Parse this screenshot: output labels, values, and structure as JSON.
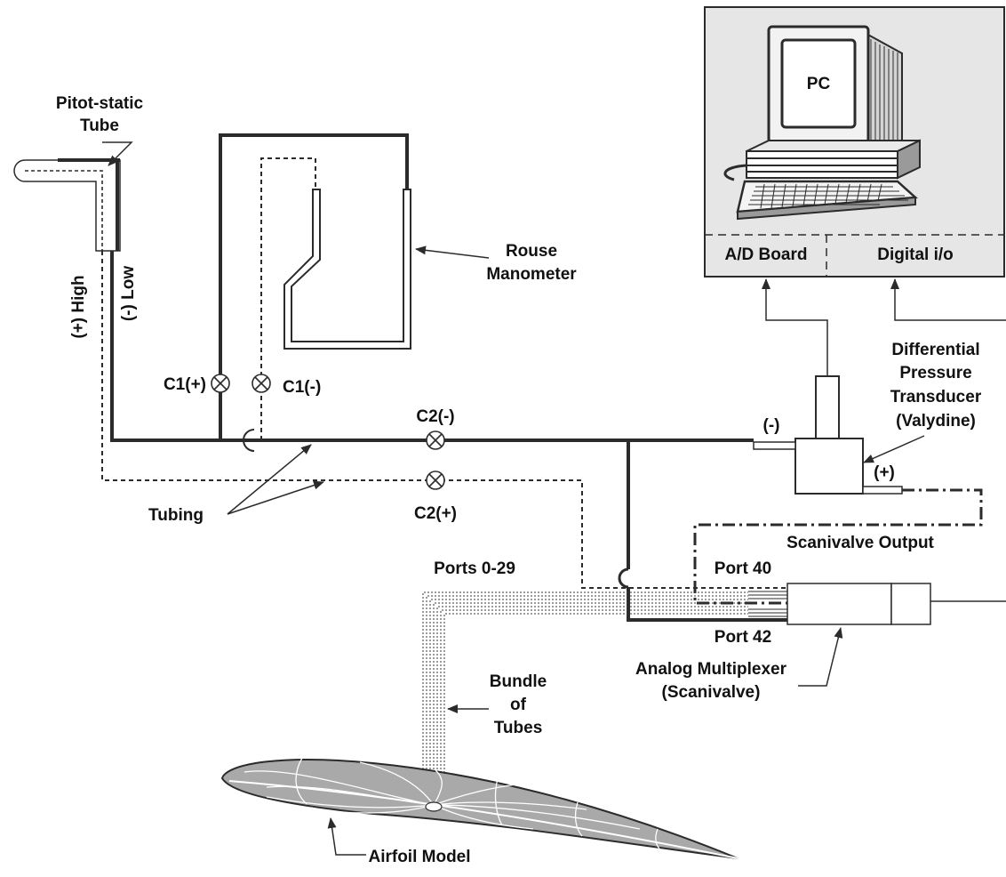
{
  "labels": {
    "pitot_line1": "Pitot-static",
    "pitot_line2": "Tube",
    "rouse_line1": "Rouse",
    "rouse_line2": "Manometer",
    "high": "(+) High",
    "low": "(-) Low",
    "c1_plus": "C1(+)",
    "c1_minus": "C1(-)",
    "c2_minus": "C2(-)",
    "c2_plus": "C2(+)",
    "tubing": "Tubing",
    "pc": "PC",
    "ad_board": "A/D Board",
    "digital_io": "Digital i/o",
    "dpt_line1": "Differential",
    "dpt_line2": "Pressure",
    "dpt_line3": "Transducer",
    "dpt_line4": "(Valydine)",
    "minus": "(-)",
    "plus": "(+)",
    "scanivalve_output": "Scanivalve Output",
    "port_40": "Port 40",
    "port_42": "Port 42",
    "ports_0_29": "Ports 0-29",
    "mux_line1": "Analog Multiplexer",
    "mux_line2": "(Scanivalve)",
    "bundle_line1": "Bundle",
    "bundle_line2": "of",
    "bundle_line3": "Tubes",
    "airfoil": "Airfoil Model"
  },
  "colors": {
    "line": "#2b2b2b",
    "panel": "#e6e6e6",
    "airfoil": "#a9a9a9"
  }
}
